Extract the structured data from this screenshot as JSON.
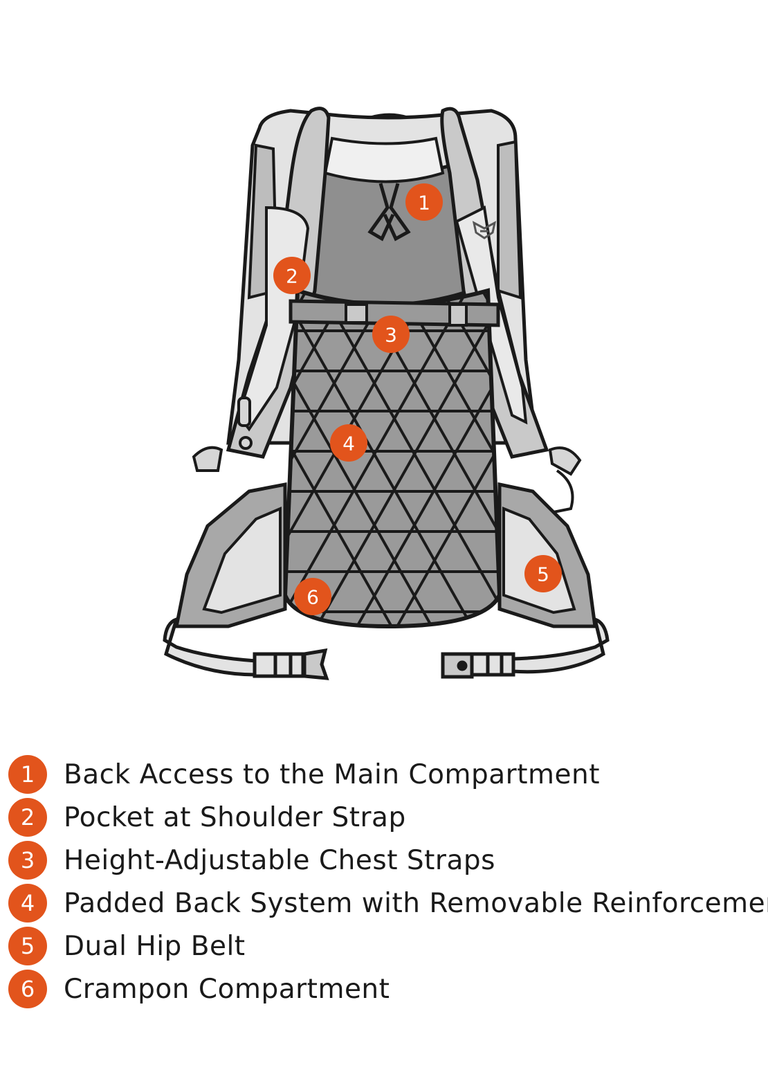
{
  "colors": {
    "accent": "#e2541c",
    "outline": "#1a1a1a",
    "fabric_light": "#e3e3e3",
    "fabric_mid": "#9a9a9a",
    "fabric_dark": "#7c7c7c"
  },
  "icons": {
    "logo": "snow-leopard-logo-icon"
  },
  "markers": [
    {
      "number": "1"
    },
    {
      "number": "2"
    },
    {
      "number": "3"
    },
    {
      "number": "4"
    },
    {
      "number": "5"
    },
    {
      "number": "6"
    }
  ],
  "legend": [
    {
      "number": "1",
      "label": "Back Access to the Main Compartment"
    },
    {
      "number": "2",
      "label": "Pocket at Shoulder Strap"
    },
    {
      "number": "3",
      "label": "Height-Adjustable Chest Straps"
    },
    {
      "number": "4",
      "label": "Padded Back System with Removable Reinforcement"
    },
    {
      "number": "5",
      "label": "Dual Hip Belt"
    },
    {
      "number": "6",
      "label": "Crampon Compartment"
    }
  ]
}
